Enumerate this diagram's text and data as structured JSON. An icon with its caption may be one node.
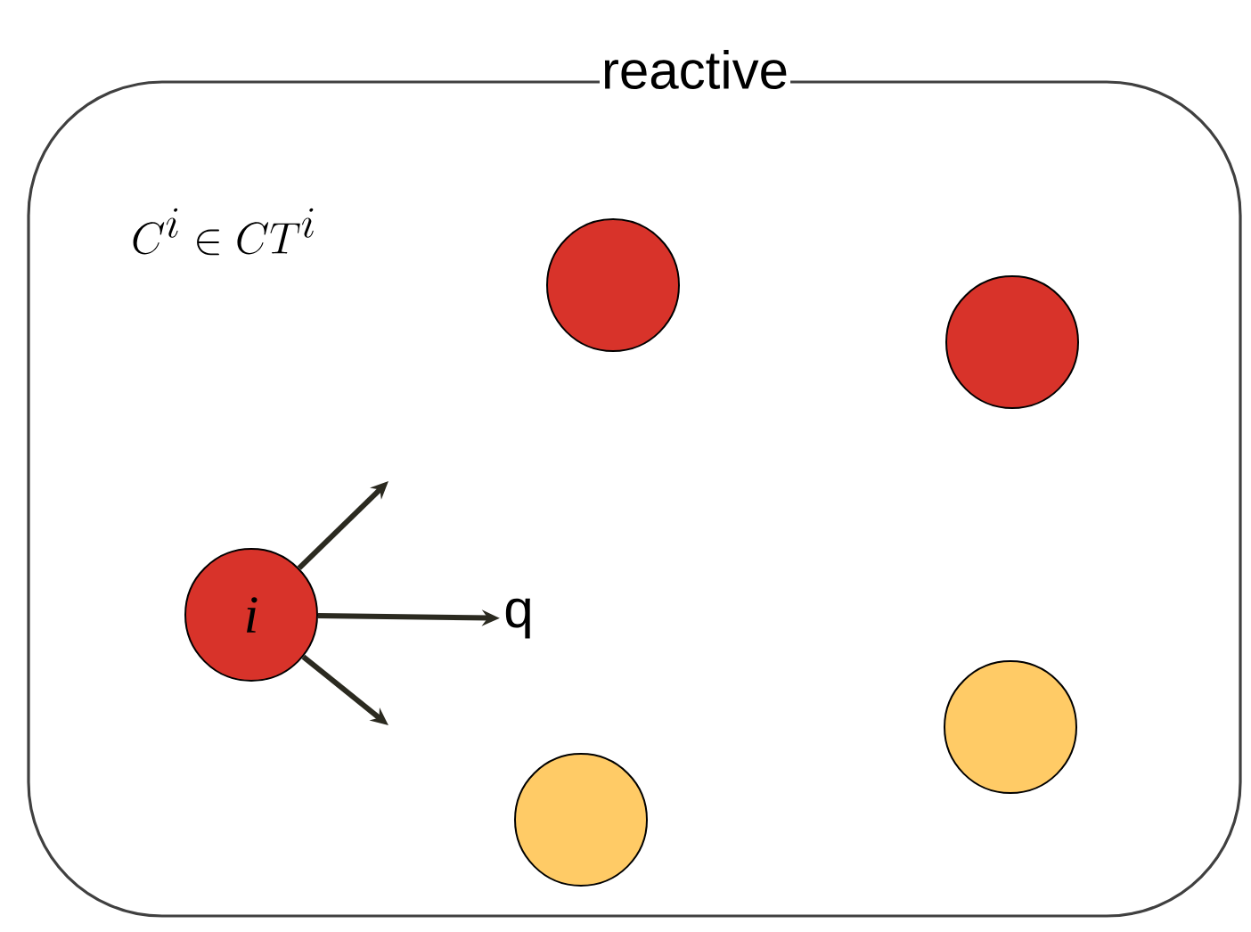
{
  "diagram": {
    "nodes": [
      {
        "text": [
          "reactive"
        ]
      },
      {
        "text": [],
        "shape": "circle",
        "in": 0
      },
      {
        "text": [],
        "shape": "circle",
        "in": 0
      },
      {
        "text": [
          "i"
        ],
        "in": 0
      },
      {
        "text": [
          "q"
        ],
        "in": 0
      },
      {
        "text": [],
        "shape": "circle",
        "in": 0
      },
      {
        "text": [],
        "shape": "circle",
        "in": 0
      }
    ],
    "edges": [
      {
        "from": 3,
        "to": null,
        "arrow": "to"
      },
      {
        "from": 3,
        "to": 4,
        "arrow": "to"
      },
      {
        "from": 3,
        "to": null,
        "arrow": "to"
      }
    ],
    "labels": [
      "C^i \\in CT^i"
    ]
  }
}
